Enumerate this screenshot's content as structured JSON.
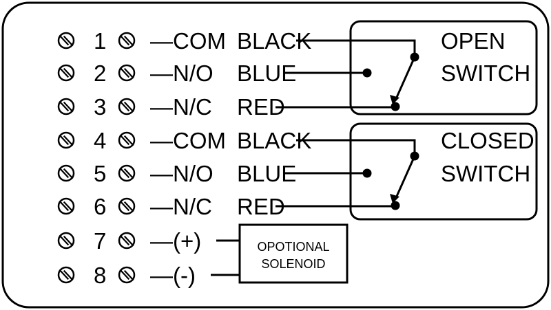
{
  "terminals": [
    {
      "number": "1",
      "function": "—COM",
      "wire": "BLACK"
    },
    {
      "number": "2",
      "function": "—N/O",
      "wire": "BLUE"
    },
    {
      "number": "3",
      "function": "—N/C",
      "wire": "RED"
    },
    {
      "number": "4",
      "function": "—COM",
      "wire": "BLACK"
    },
    {
      "number": "5",
      "function": "—N/O",
      "wire": "BLUE"
    },
    {
      "number": "6",
      "function": "—N/C",
      "wire": "RED"
    },
    {
      "number": "7",
      "function": "—(+)",
      "wire": ""
    },
    {
      "number": "8",
      "function": "—(-)",
      "wire": ""
    }
  ],
  "switches": [
    {
      "line1": "OPEN",
      "line2": "SWITCH"
    },
    {
      "line1": "CLOSED",
      "line2": "SWITCH"
    }
  ],
  "solenoid": {
    "line1": "OPOTIONAL",
    "line2": "SOLENOID"
  },
  "colors": {
    "stroke": "#000000",
    "background": "#ffffff"
  }
}
